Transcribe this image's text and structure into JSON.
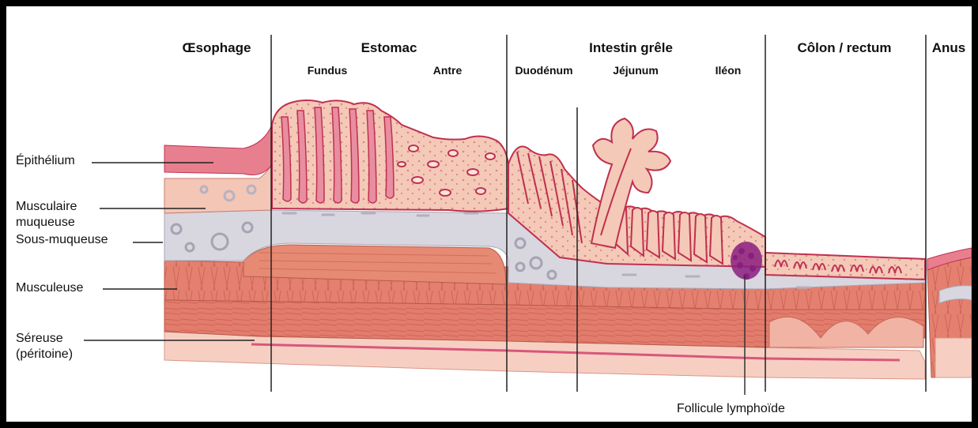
{
  "sections": {
    "oesophage": "Œsophage",
    "estomac": "Estomac",
    "intestin": "Intestin grêle",
    "colon": "Côlon / rectum",
    "anus": "Anus"
  },
  "subsections": {
    "fundus": "Fundus",
    "antre": "Antre",
    "duodenum": "Duodénum",
    "jejunum": "Jéjunum",
    "ileon": "Iléon"
  },
  "layers": {
    "epithelium": "Épithélium",
    "musculaire_1": "Musculaire",
    "musculaire_2": "muqueuse",
    "sous_muqueuse": "Sous-muqueuse",
    "musculeuse": "Musculeuse",
    "sereuse_1": "Séreuse",
    "sereuse_2": "(péritoine)"
  },
  "annotations": {
    "follicule": "Follicule lymphoïde"
  },
  "colors": {
    "frame": "#000000",
    "mucosa": "#f3c4b4",
    "crypt": "#c0304f",
    "submucosa": "#d7d5de",
    "muscle": "#e0786a",
    "serosa": "#f6cfc2",
    "follicle": "#8a1e7e"
  }
}
